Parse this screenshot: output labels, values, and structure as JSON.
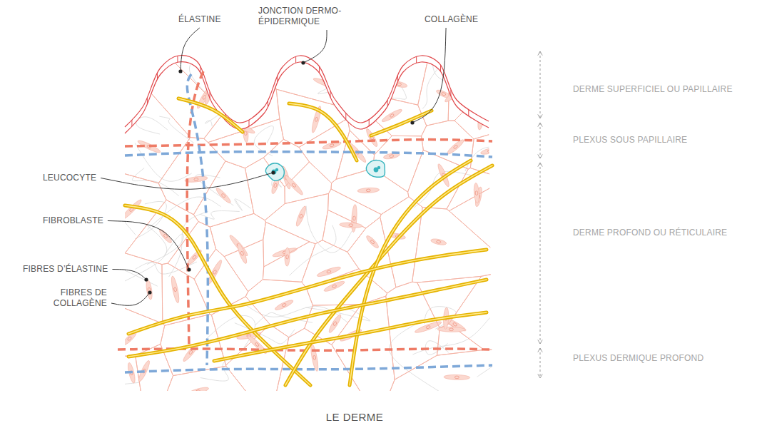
{
  "diagram": {
    "caption": "LE DERME",
    "labels": [
      "ÉLASTINE",
      "JONCTION DERMO-ÉPIDERMIQUE",
      "COLLAGÈNE",
      "LEUCOCYTE",
      "FIBROBLASTE",
      "FIBRES D’ÉLASTINE",
      "FIBRES DE COLLAGÈNE",
      "DERME SUPERFICIEL OU PAPILLAIRE",
      "PLEXUS SOUS PAPILLAIRE",
      "DERME PROFOND OU RÉTICULAIRE",
      "PLEXUS DERMIQUE PROFOND"
    ]
  }
}
